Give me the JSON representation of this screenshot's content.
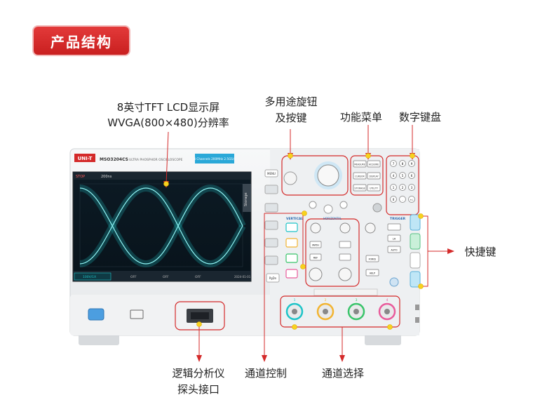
{
  "header": {
    "title": "产品结构"
  },
  "labels": {
    "display_line1": "8英寸TFT LCD显示屏",
    "display_line2": "WVGA(800×480)分辨率",
    "knob_line1": "多用途旋钮",
    "knob_line2": "及按键",
    "function_menu": "功能菜单",
    "numeric_keypad": "数字键盘",
    "shortcut_keys": "快捷键",
    "la_line1": "逻辑分析仪",
    "la_line2": "探头接口",
    "channel_control": "通道控制",
    "channel_select": "通道选择"
  },
  "device": {
    "brand": "UNI-T",
    "model": "MSO3204CS",
    "subtitle": "ULTRA PHOSPHOR OSCILLOSCOPE",
    "spec": "4 Channels 200MHz 2.5GS/s",
    "screen": {
      "status": "STOP",
      "timebase": "200ns",
      "ch1": "100V/1X",
      "off": "OFF",
      "date": "2024-01-01"
    },
    "side_tab": "Storage",
    "buttons": {
      "menu": "MENU",
      "pgm": "PgDn",
      "measure": "MEASURE",
      "acquire": "ACQUIRE",
      "cursor": "CURSOR",
      "display": "DISPLAY",
      "storage": "STORAGE",
      "utility": "UTILITY",
      "vertical": "VERTICAL",
      "horizontal": "HORIZONTAL",
      "trigger": "TRIGGER",
      "math": "MATH",
      "ref": "REF",
      "la": "LA",
      "force": "FORCE",
      "help": "HELP",
      "auto": "AUTO"
    },
    "keypad": [
      "7",
      "8",
      "9",
      "4",
      "5",
      "6",
      "1",
      "2",
      "3",
      "0",
      ".",
      "+/-"
    ],
    "channels": [
      "1",
      "2",
      "3",
      "4"
    ]
  },
  "colors": {
    "accent": "#d42a2a",
    "ch1": "#1ec4c8",
    "ch2": "#f2b431",
    "ch3": "#39c46a",
    "ch4": "#e95b9b",
    "marker": "#f7d21e"
  }
}
